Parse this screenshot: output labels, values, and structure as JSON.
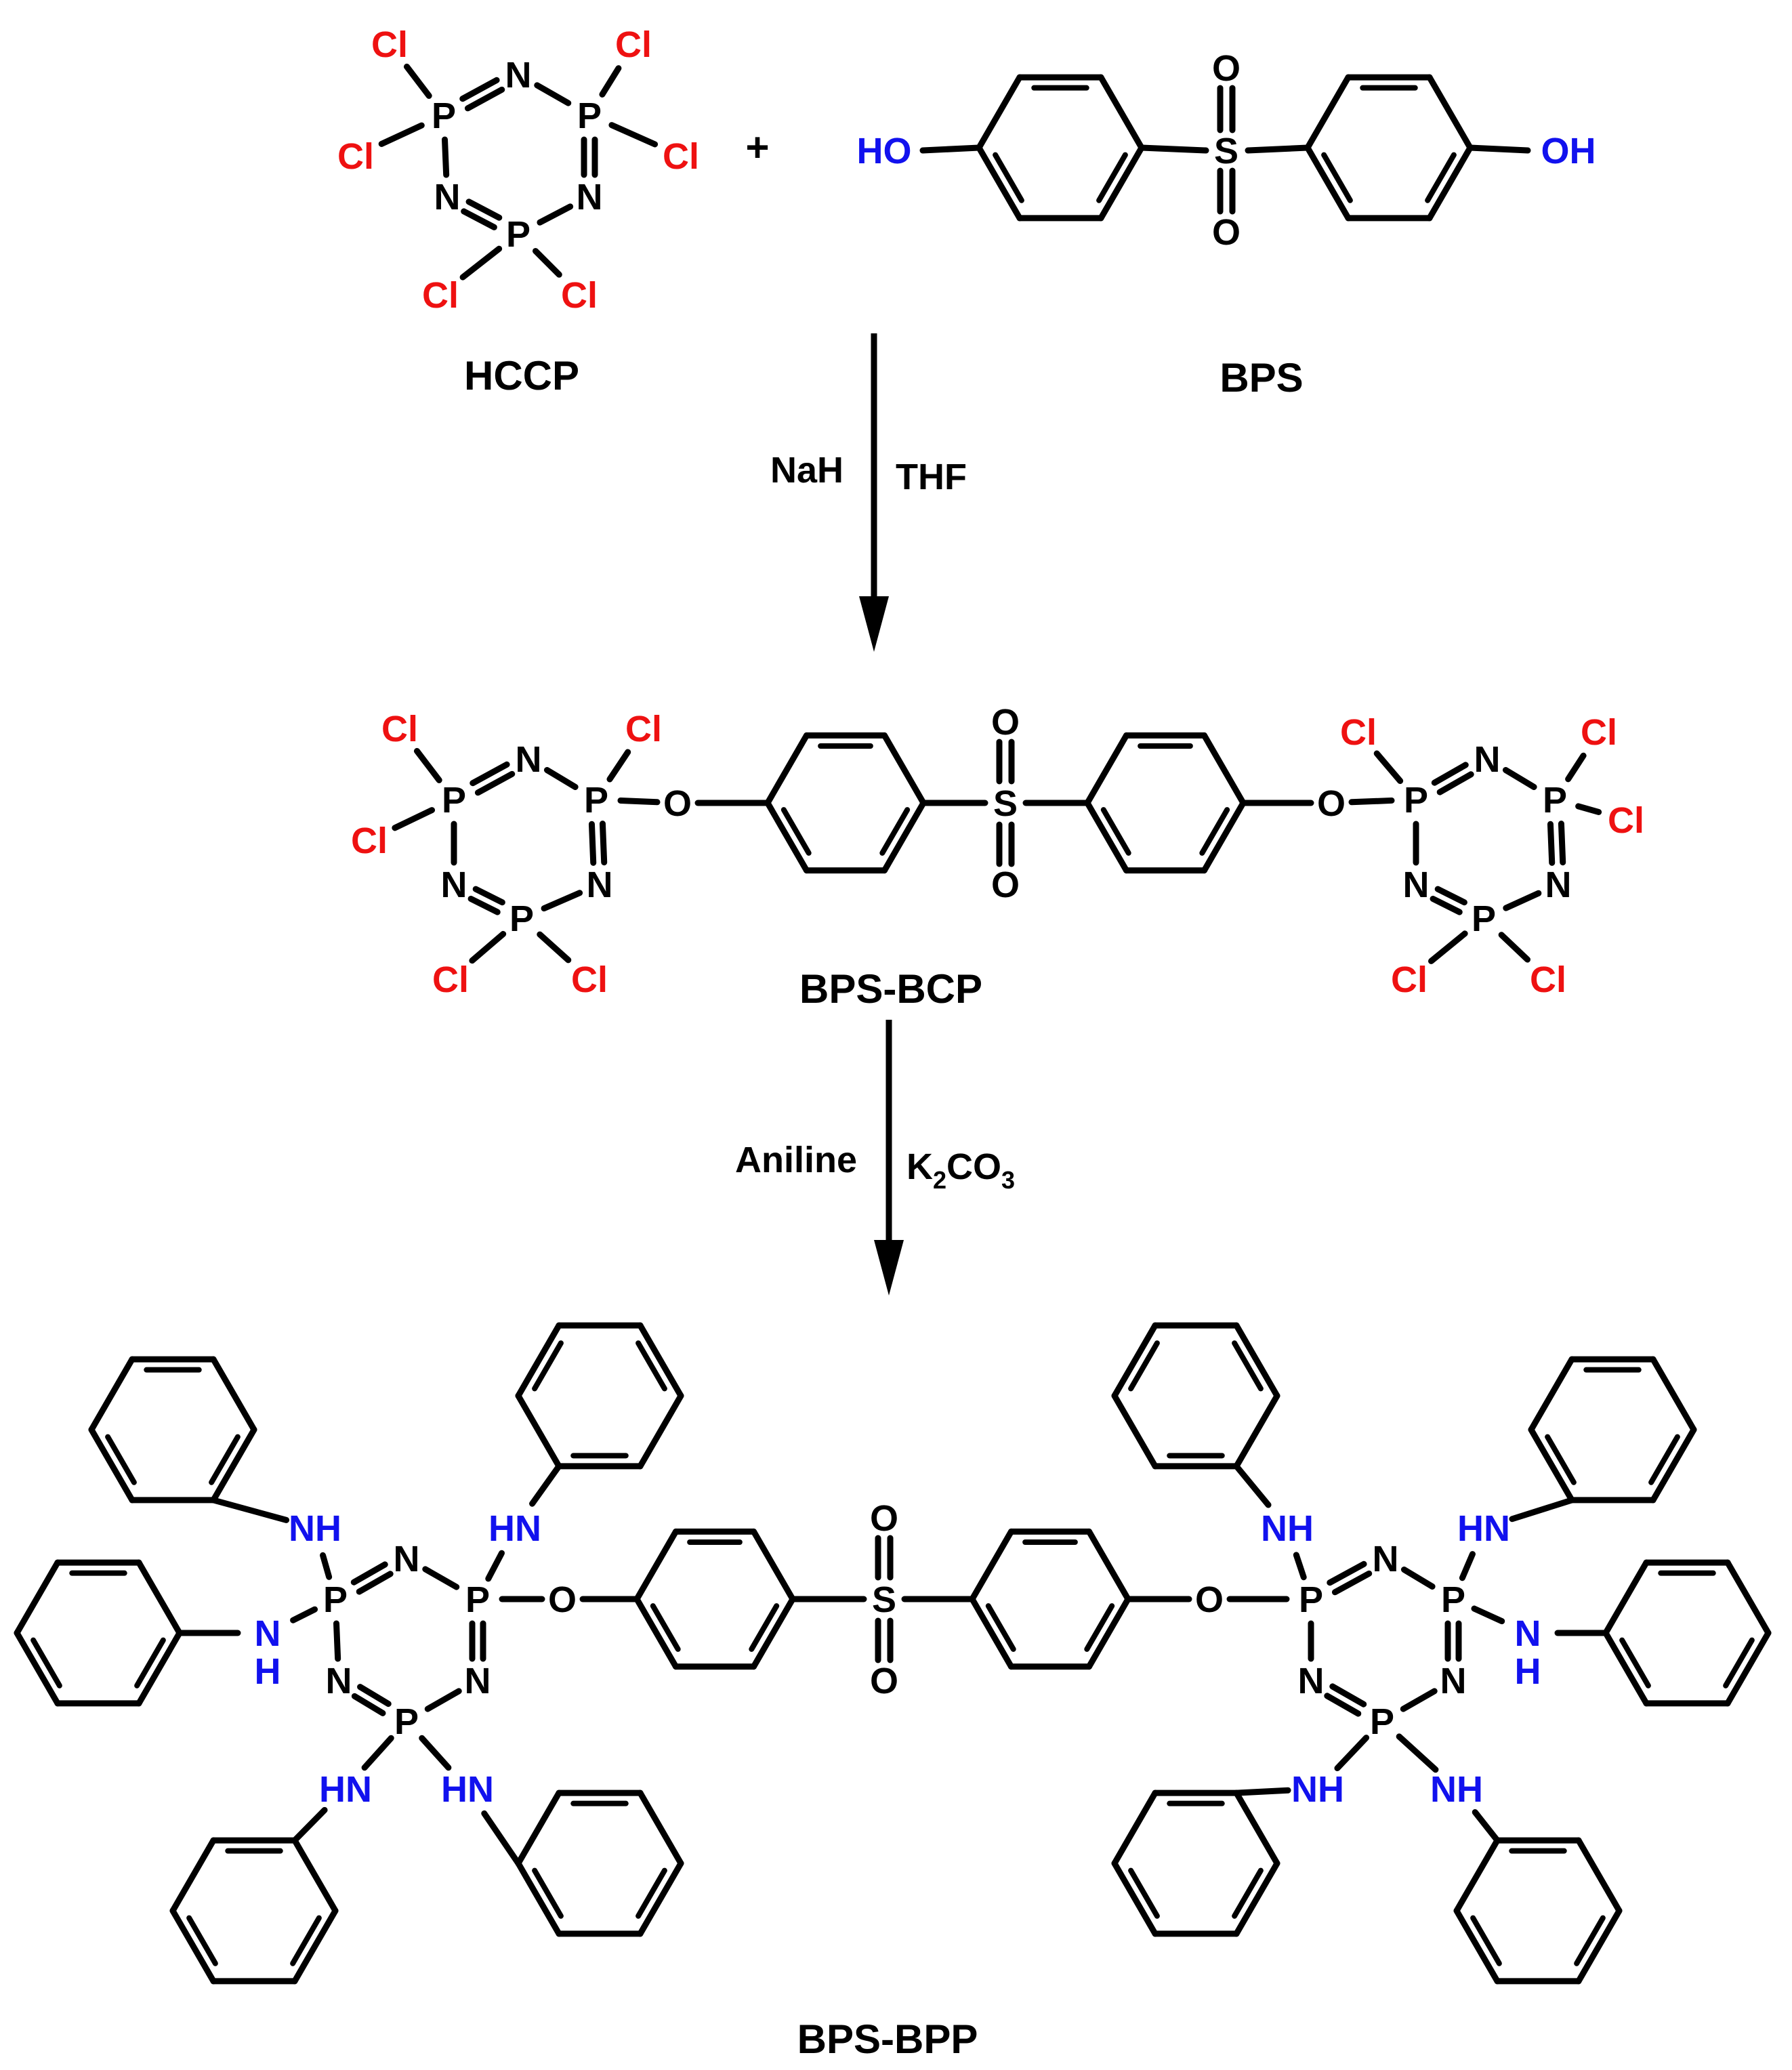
{
  "atoms": {
    "cl": "Cl",
    "n": "N",
    "p": "P",
    "o": "O",
    "s": "S",
    "ho": "HO",
    "oh": "OH",
    "nh": "NH",
    "hn": "HN",
    "h": "H"
  },
  "compounds": {
    "hccp": "HCCP",
    "bps": "BPS",
    "bps_bcp": "BPS-BCP",
    "bps_bpp": "BPS-BPP"
  },
  "plus": "+",
  "step1": {
    "left": "NaH",
    "right": "THF"
  },
  "step2": {
    "left": "Aniline",
    "right_k": "K",
    "right_2": "2",
    "right_co": "CO",
    "right_3": "3"
  },
  "colors": {
    "chlorine": "#ee1111",
    "hetero": "#1111ee",
    "carbon": "#000000"
  }
}
